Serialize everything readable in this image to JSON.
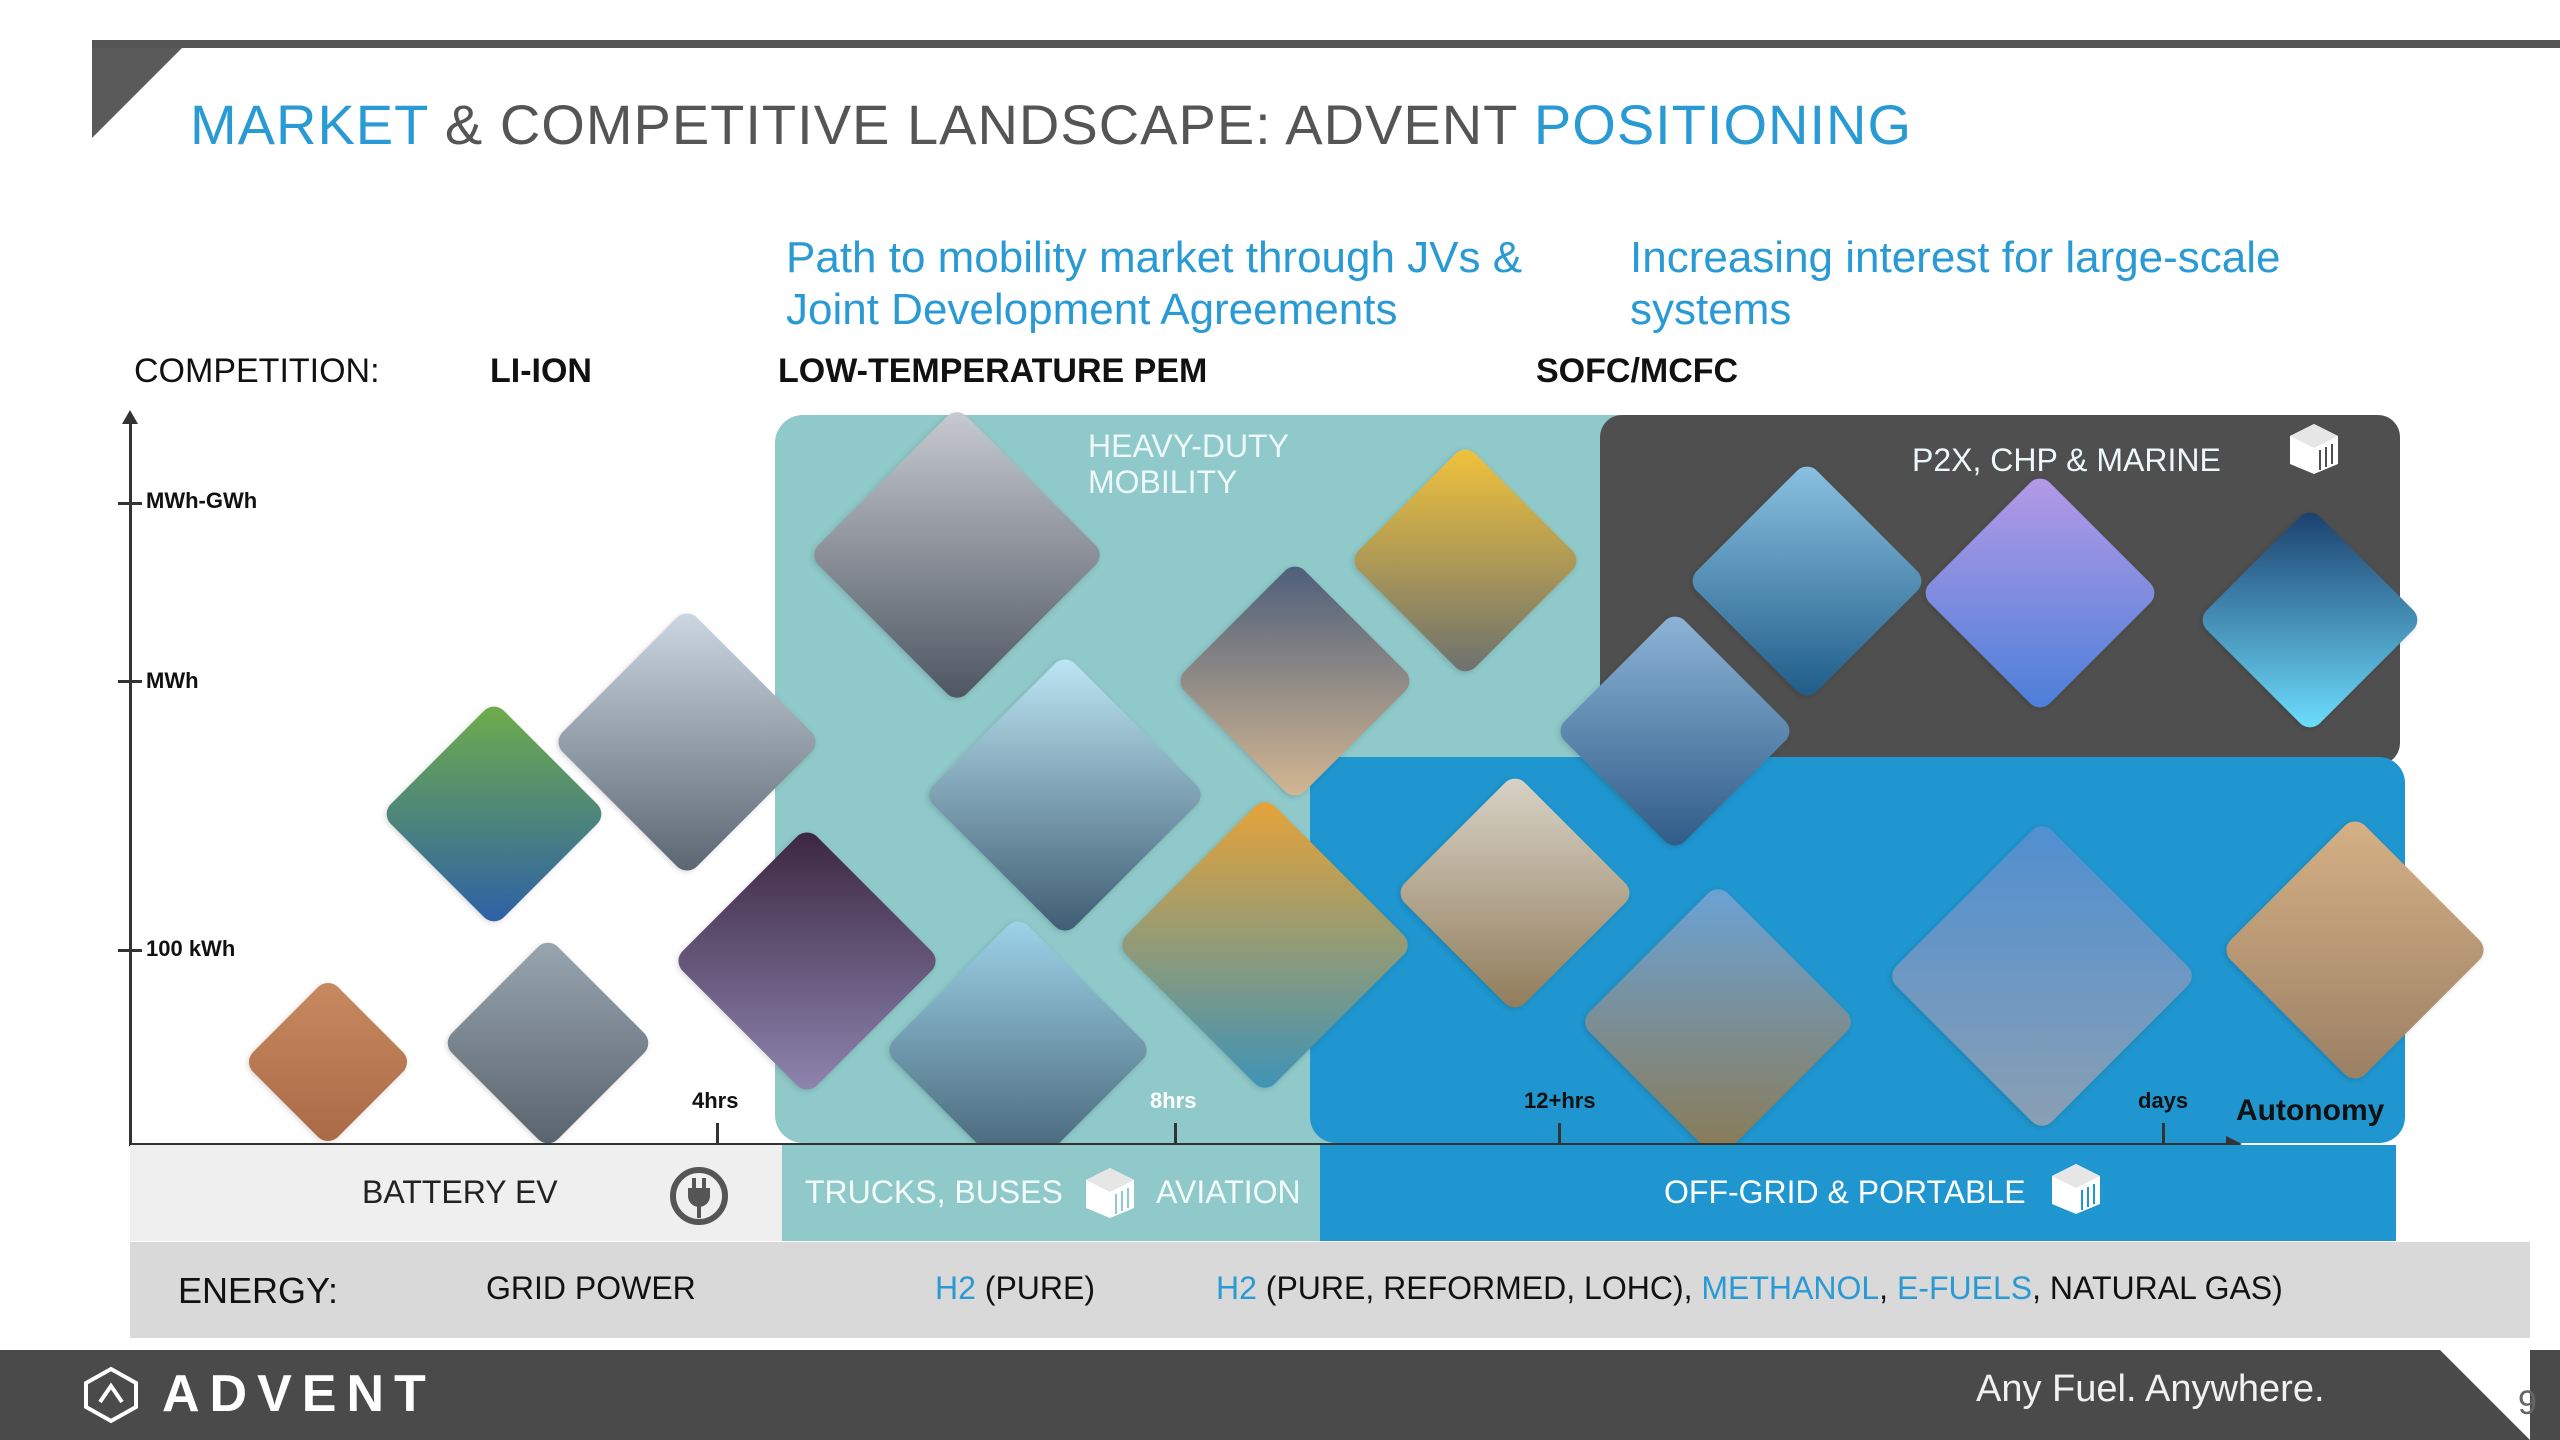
{
  "header": {
    "title_part1": "MARKET",
    "title_part2": " & COMPETITIVE LANDSCAPE: ADVENT ",
    "title_part3": "POSITIONING"
  },
  "callouts": {
    "left": [
      "Path to mobility market through JVs &",
      "Joint Development Agreements"
    ],
    "right": [
      "Increasing interest for large-scale",
      "systems"
    ]
  },
  "competition": {
    "label": "COMPETITION:",
    "li_ion": "LI-ION",
    "pem": "LOW-TEMPERATURE PEM",
    "sofc": "SOFC/MCFC"
  },
  "y_axis": {
    "ticks": [
      "MWh-GWh",
      "MWh",
      "100 kWh"
    ]
  },
  "x_axis": {
    "ticks": [
      "4hrs",
      "8hrs",
      "12+hrs",
      "days"
    ],
    "title": "Autonomy"
  },
  "zones": {
    "heavy_duty": [
      "HEAVY-DUTY",
      "MOBILITY"
    ],
    "p2x": "P2X, CHP & MARINE"
  },
  "categories": {
    "battery_ev": "BATTERY EV",
    "trucks_buses": "TRUCKS, BUSES",
    "aviation": "AVIATION",
    "off_grid": "OFF-GRID & PORTABLE"
  },
  "energy": {
    "label": "ENERGY:",
    "grid": "GRID POWER",
    "h2_pure_a": "H2",
    "h2_pure_b": " (PURE)",
    "h2_mix_a": "H2",
    "h2_mix_b": " (PURE, REFORMED, LOHC), ",
    "methanol": "METHANOL",
    "comma1": ", ",
    "efuels": "E-FUELS",
    "natgas": ", NATURAL GAS)"
  },
  "footer": {
    "logo": "ADVENT",
    "tagline": "Any Fuel. Anywhere.",
    "page": "9"
  },
  "colors": {
    "accent_blue": "#2a9ad4",
    "teal_zone": "#8fc9c9",
    "gray_zone": "#4f4f4f",
    "blue_zone": "#1f96cf"
  }
}
